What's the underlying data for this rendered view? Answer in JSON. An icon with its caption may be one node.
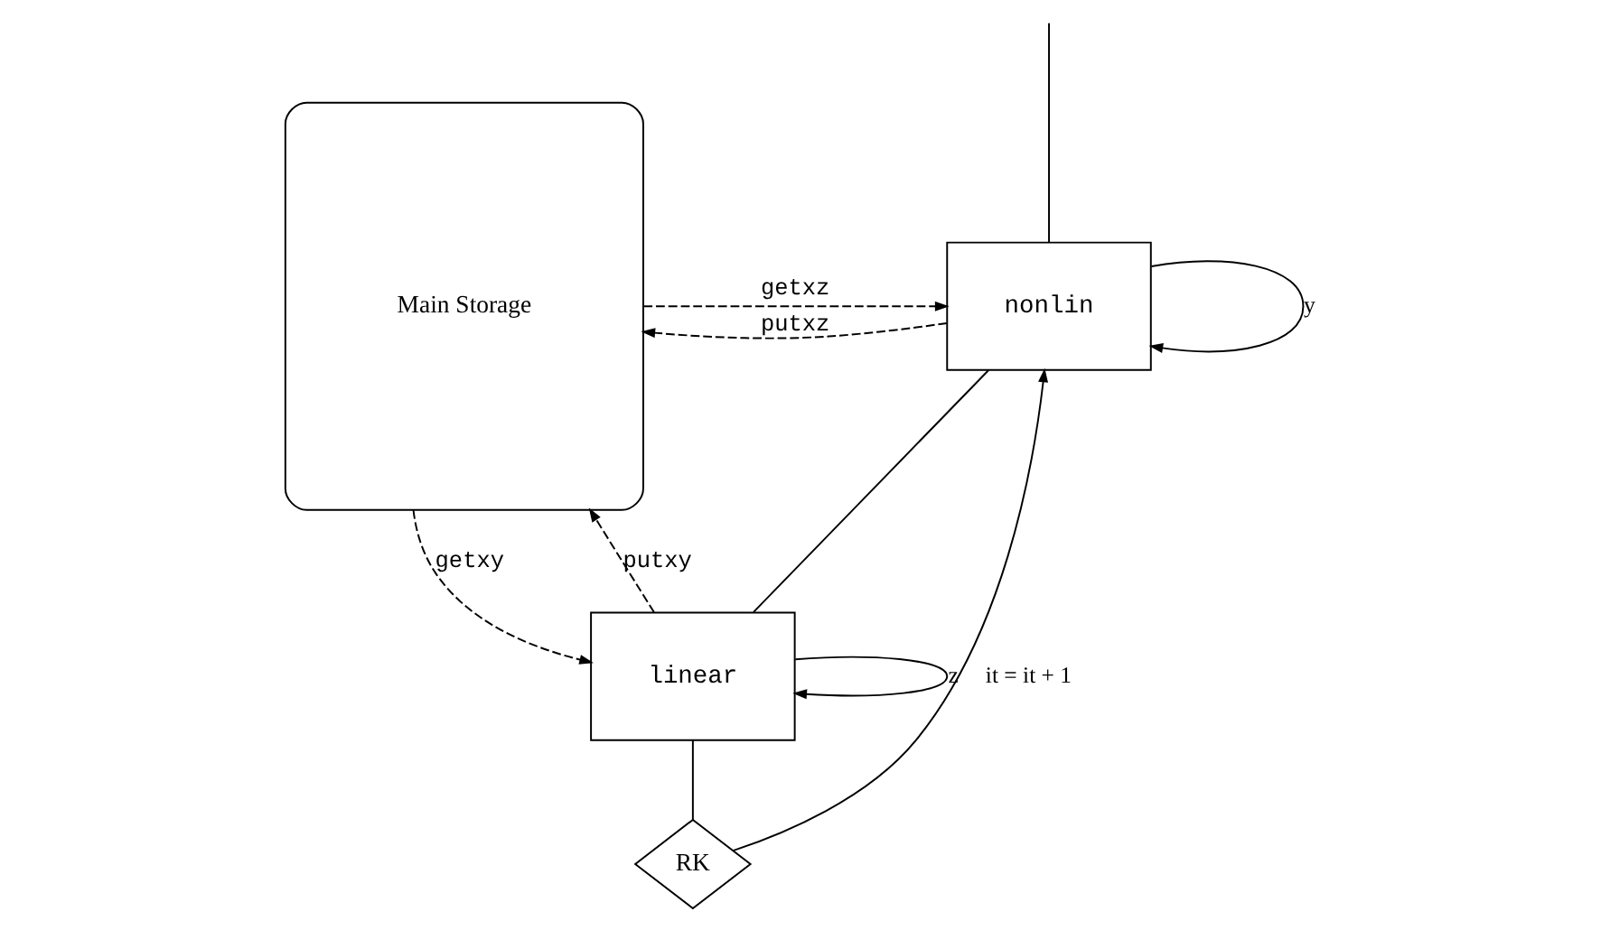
{
  "diagram": {
    "nodes": [
      {
        "text": [
          "nonlin"
        ]
      },
      {
        "text": [
          "linear"
        ]
      },
      {
        "text": [
          "RK"
        ]
      },
      {
        "text": [
          "Main Storage"
        ]
      }
    ],
    "edges": [
      {
        "from": null,
        "to": 0,
        "arrow": "none"
      },
      {
        "from": 0,
        "to": 0,
        "arrow": "to",
        "label": "y"
      },
      {
        "from": 0,
        "to": 1,
        "arrow": "none"
      },
      {
        "from": 1,
        "to": 1,
        "arrow": "to",
        "label": "z"
      },
      {
        "from": 1,
        "to": 2,
        "arrow": "none"
      },
      {
        "from": 2,
        "to": 0,
        "arrow": "to",
        "label": "it = it + 1"
      },
      {
        "from": 3,
        "to": 0,
        "arrow": "to",
        "label": "getxz",
        "style": "dashed"
      },
      {
        "from": 0,
        "to": 3,
        "arrow": "to",
        "label": "putxz",
        "style": "dashed"
      },
      {
        "from": 3,
        "to": 1,
        "arrow": "to",
        "label": "getxy",
        "style": "dashed"
      },
      {
        "from": 1,
        "to": 3,
        "arrow": "to",
        "label": "putxy",
        "style": "dashed"
      }
    ]
  }
}
